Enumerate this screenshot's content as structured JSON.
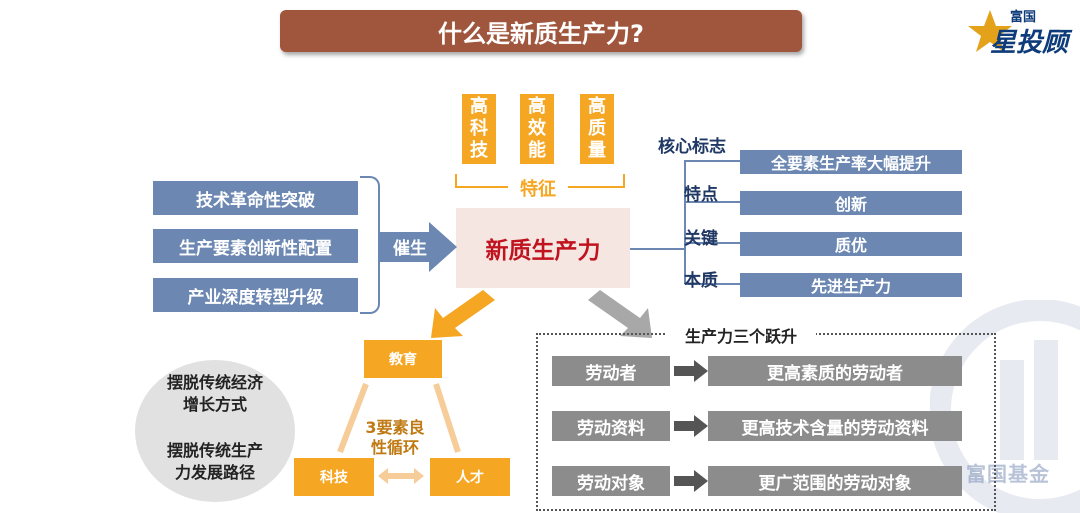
{
  "title": "什么是新质生产力?",
  "logo": {
    "line1": "富国",
    "line2": "星投顾"
  },
  "watermark": "富国基金",
  "features": {
    "items": [
      {
        "chars": [
          "高",
          "科",
          "技"
        ]
      },
      {
        "chars": [
          "高",
          "效",
          "能"
        ]
      },
      {
        "chars": [
          "高",
          "质",
          "量"
        ]
      }
    ],
    "label": "特征"
  },
  "center": "新质生产力",
  "catalyst": "催生",
  "left_items": [
    "技术革命性突破",
    "生产要素创新性配置",
    "产业深度转型升级"
  ],
  "right": {
    "labels": [
      "核心标志",
      "特点",
      "关键",
      "本质"
    ],
    "values": [
      "全要素生产率大幅提升",
      "创新",
      "质优",
      "先进生产力"
    ]
  },
  "jumps": {
    "title": "生产力三个跃升",
    "rows": [
      {
        "from": "劳动者",
        "to": "更高素质的劳动者"
      },
      {
        "from": "劳动资料",
        "to": "更高技术含量的劳动资料"
      },
      {
        "from": "劳动对象",
        "to": "更广范围的劳动对象"
      }
    ]
  },
  "circle": {
    "line1": "摆脱传统经济",
    "line2": "增长方式",
    "line3": "摆脱传统生产",
    "line4": "力发展路径"
  },
  "cycle": {
    "edu": "教育",
    "tech": "科技",
    "talent": "人才",
    "label1": "3要素良",
    "label2": "性循环"
  },
  "colors": {
    "title_bg": "#a0563c",
    "orange": "#f5a623",
    "blue": "#6b87b2",
    "gray": "#8c8c8c",
    "red": "#c0131f"
  }
}
